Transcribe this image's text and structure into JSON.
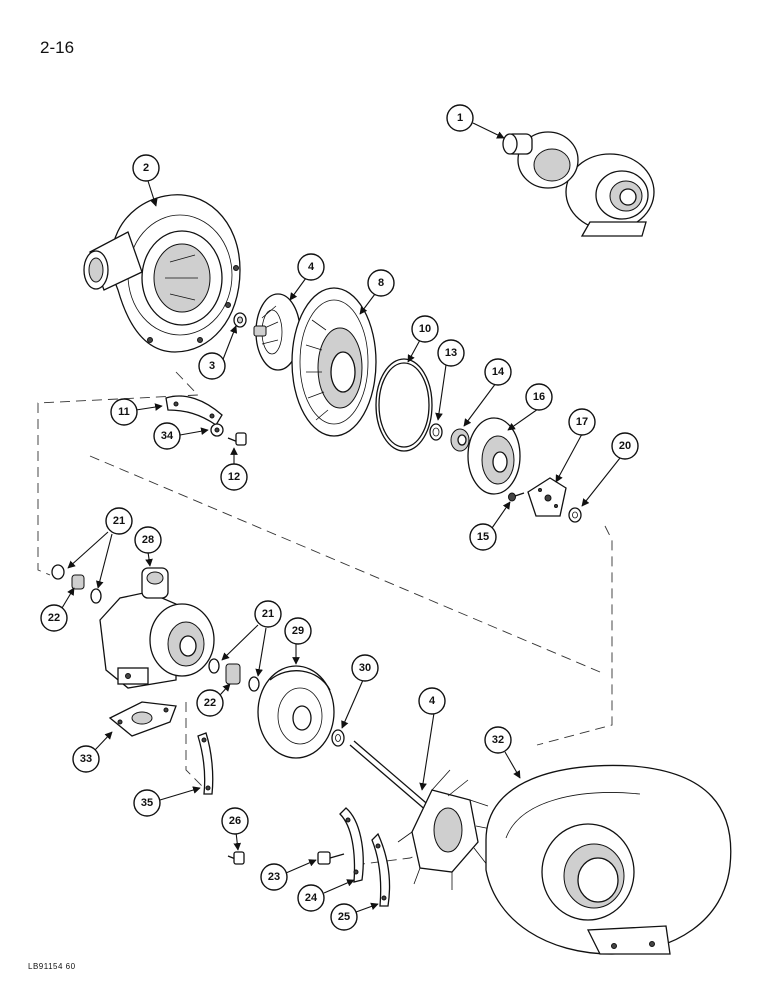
{
  "page": {
    "number": "2-16",
    "figure_code": "LB91154 60"
  },
  "callouts": [
    "1",
    "2",
    "3",
    "4",
    "8",
    "10",
    "11",
    "34",
    "12",
    "13",
    "14",
    "16",
    "17",
    "20",
    "15",
    "21",
    "28",
    "22",
    "21",
    "29",
    "30",
    "22",
    "4",
    "32",
    "33",
    "35",
    "26",
    "23",
    "24",
    "25"
  ]
}
